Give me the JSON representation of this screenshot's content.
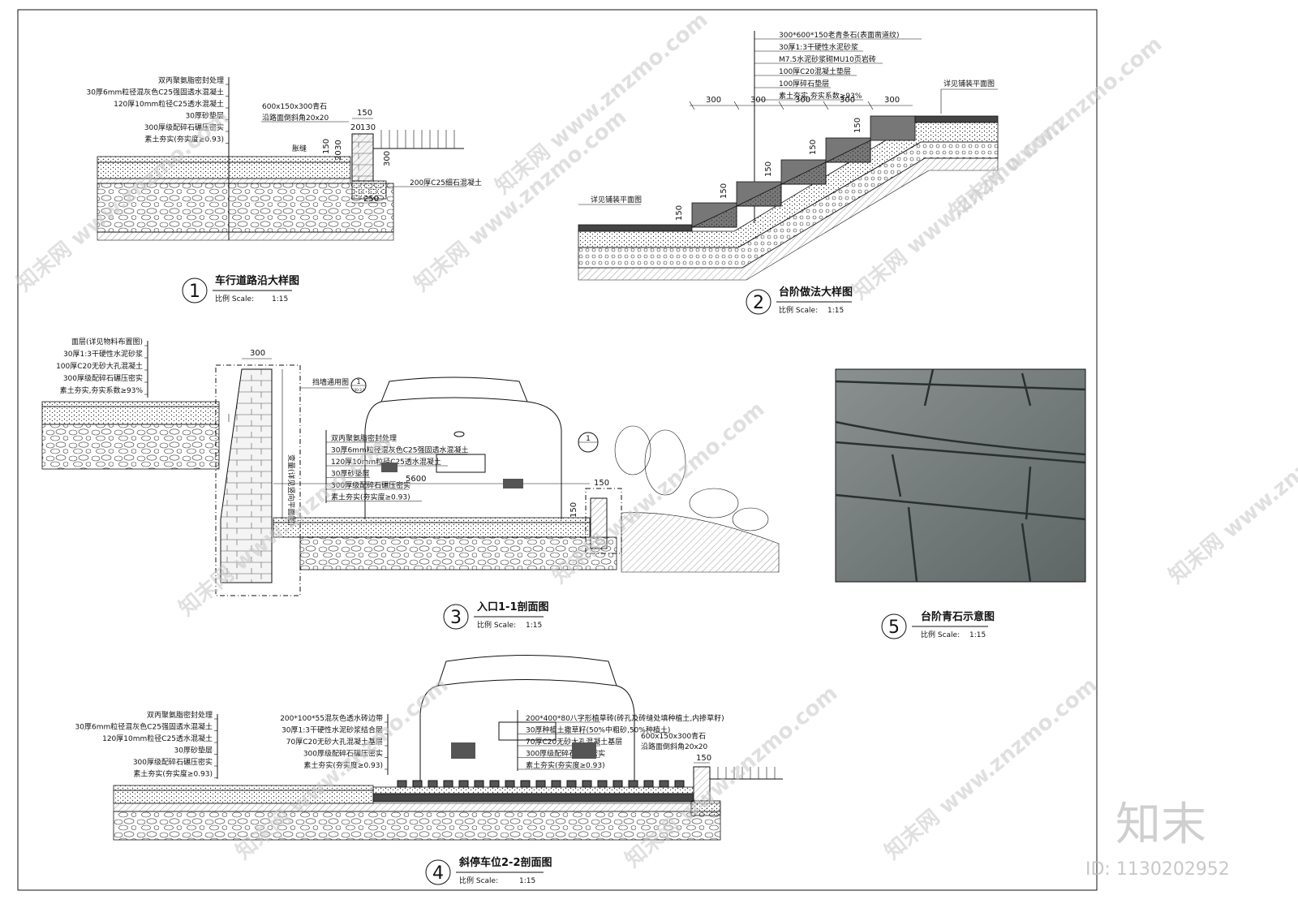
{
  "sheet": {
    "frame_color": "#111111",
    "background": "#ffffff"
  },
  "detail1": {
    "number": "1",
    "title": "车行道路沿大样图",
    "scale_label": "比例 Scale:",
    "scale_value": "1:15",
    "layers": [
      "双丙聚氨脂密封处理",
      "30厚6mm粒径混灰色C25强固透水混凝土",
      "120厚10mm粒径C25透水混凝土",
      "30厚砂垫层",
      "300厚级配碎石碾压密实",
      "素土夯实(夯实度≥0.93)"
    ],
    "curb_label": "600x150x300青石",
    "curb_note": "沿路面倒斜角20x20",
    "seam_label": "胀缝",
    "base_label": "200厚C25细石混凝土",
    "dims": [
      "150",
      "20",
      "130",
      "30",
      "20",
      "150",
      "300",
      "250"
    ]
  },
  "detail2": {
    "number": "2",
    "title": "台阶做法大样图",
    "scale_label": "比例 Scale:",
    "scale_value": "1:15",
    "layers": [
      "300*600*150老青条石(表面凿道纹)",
      "30厚1:3干硬性水泥砂浆",
      "M7.5水泥砂浆砌MU10页岩砖",
      "100厚C20混凝土垫层",
      "100厚碎石垫层",
      "素土夯实,夯实系数≥93%"
    ],
    "left_note": "详见铺装平面图",
    "right_note": "详见铺装平面图",
    "dims_h": [
      "300",
      "300",
      "300",
      "300",
      "300"
    ],
    "dims_v": [
      "150",
      "150",
      "150",
      "150",
      "150"
    ]
  },
  "detail3": {
    "number": "3",
    "title": "入口1-1剖面图",
    "scale_label": "比例 Scale:",
    "scale_value": "1:15",
    "left_layers": [
      "面层(详见物料布置图)",
      "30厚1:3干硬性水泥砂浆",
      "100厚C20无砂大孔混凝土",
      "300厚级配碎石碾压密实",
      "素土夯实,夯实系数≥93%"
    ],
    "road_layers": [
      "双丙聚氨脂密封处理",
      "30厚6mm粒径混灰色C25强固透水混凝土",
      "120厚10mm粒径C25透水混凝土",
      "30厚砂垫层",
      "300厚级配碎石碾压密实",
      "素土夯实(夯实度≥0.93)"
    ],
    "wall_dim": "300",
    "wall_note": "挡墙通用图",
    "wall_vertical": "变量(详见竖向平面图)",
    "road_dim": "5600",
    "curb_dims": [
      "150",
      "150"
    ],
    "callout": "1",
    "callout_sub": "LS0-3.1"
  },
  "detail4": {
    "number": "4",
    "title": "斜停车位2-2剖面图",
    "scale_label": "比例 Scale:",
    "scale_value": "1:15",
    "road_layers": [
      "双丙聚氨脂密封处理",
      "30厚6mm粒径混灰色C25强固透水混凝土",
      "120厚10mm粒径C25透水混凝土",
      "30厚砂垫层",
      "300厚级配碎石碾压密实",
      "素土夯实(夯实度≥0.93)"
    ],
    "mid_layers": [
      "200*100*55混灰色透水砖边带",
      "30厚1:3干硬性水泥砂浆结合层",
      "70厚C20无砂大孔混凝土基层",
      "300厚级配碎石碾压密实",
      "素土夯实(夯实度≥0.93)"
    ],
    "park_layers": [
      "200*400*80八字形植草砖(砖孔及砖缝处填种植土,内掺草籽)",
      "30厚种植土撒草籽(50%中粗砂,50%种植土)",
      "70厚C20无砂大孔混凝土基层",
      "300厚级配碎石碾压密实",
      "素土夯实(夯实度≥0.93)"
    ],
    "curb_label": "600x150x300青石",
    "curb_note": "沿路面倒斜角20x20",
    "curb_dim": "150"
  },
  "detail5": {
    "number": "5",
    "title": "台阶青石示意图",
    "scale_label": "比例 Scale:",
    "scale_value": "1:15"
  },
  "watermark": {
    "site": "www.znzmo.com",
    "brand": "知末网",
    "logo_text": "知末",
    "id_text": "ID: 1130202952"
  }
}
